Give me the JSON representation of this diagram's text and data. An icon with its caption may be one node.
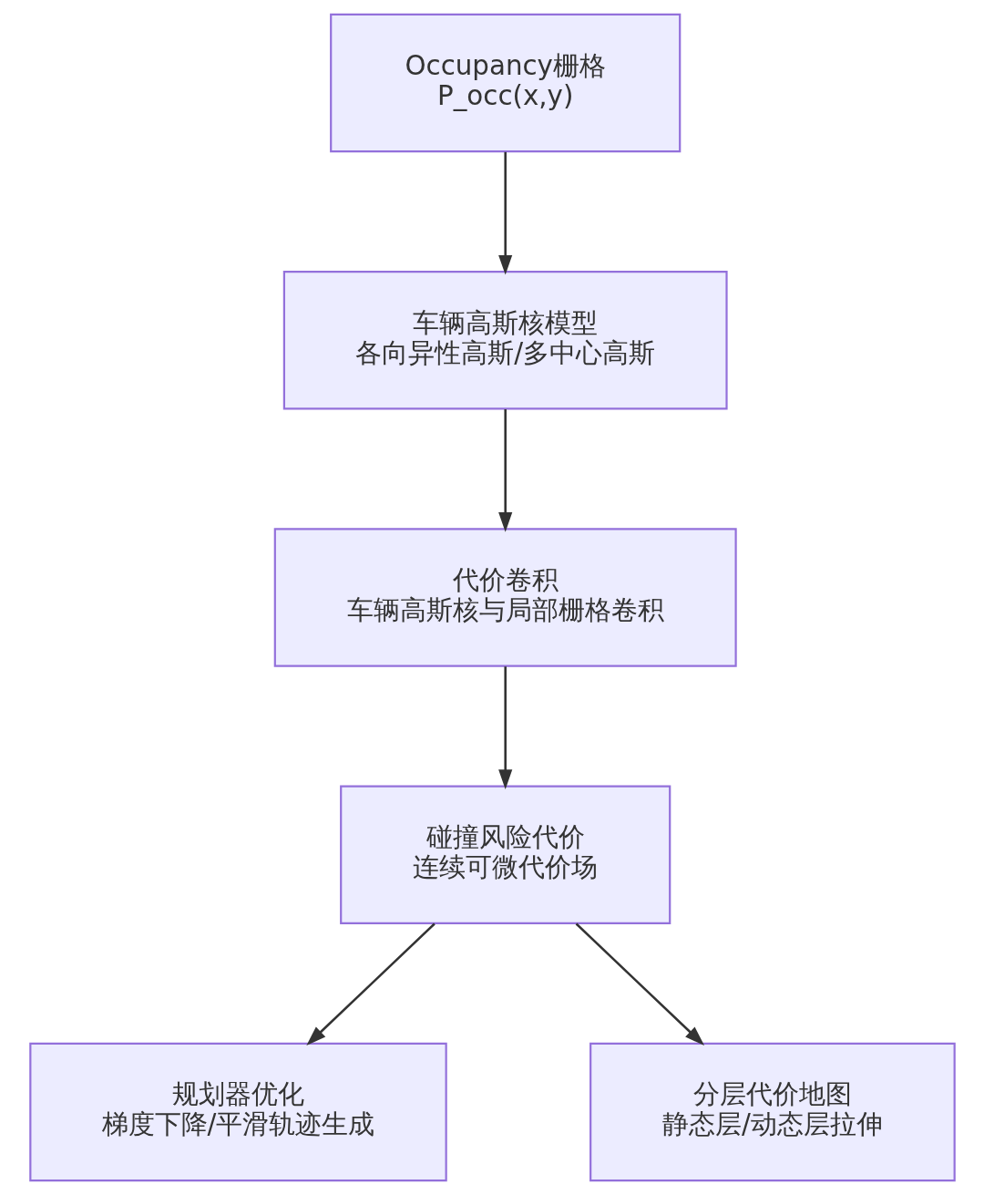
{
  "diagram": {
    "nodes": [
      {
        "text": [
          "Occupancy栅格",
          "P_occ(x,y)"
        ]
      },
      {
        "text": [
          "车辆高斯核模型",
          "各向异性高斯/多中心高斯"
        ]
      },
      {
        "text": [
          "代价卷积",
          "车辆高斯核与局部栅格卷积"
        ]
      },
      {
        "text": [
          "碰撞风险代价",
          "连续可微代价场"
        ]
      },
      {
        "text": [
          "规划器优化",
          "梯度下降/平滑轨迹生成"
        ]
      },
      {
        "text": [
          "分层代价地图",
          "静态层/动态层拉伸"
        ]
      }
    ],
    "edges": [
      {
        "from": 0,
        "to": 1,
        "arrow": "to"
      },
      {
        "from": 1,
        "to": 2,
        "arrow": "to"
      },
      {
        "from": 2,
        "to": 3,
        "arrow": "to"
      },
      {
        "from": 3,
        "to": 4,
        "arrow": "to"
      },
      {
        "from": 3,
        "to": 5,
        "arrow": "to"
      }
    ]
  }
}
